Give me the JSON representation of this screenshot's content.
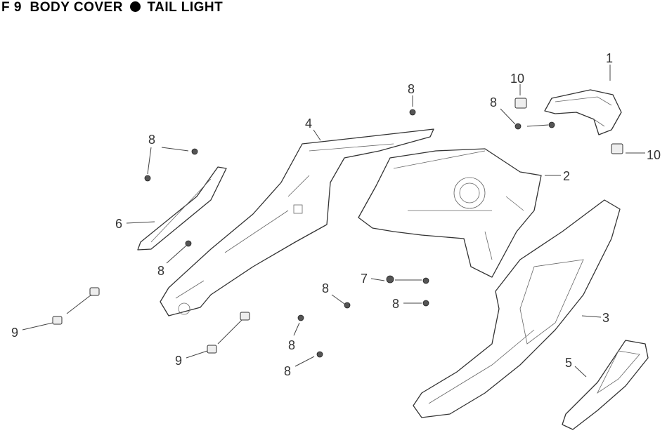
{
  "title": {
    "code": "F 9",
    "left": "BODY COVER",
    "right": "TAIL LIGHT"
  },
  "callouts": [
    "1",
    "10",
    "8",
    "8",
    "2",
    "10",
    "4",
    "8",
    "6",
    "8",
    "7",
    "8",
    "8",
    "3",
    "9",
    "9",
    "8",
    "8",
    "5"
  ]
}
